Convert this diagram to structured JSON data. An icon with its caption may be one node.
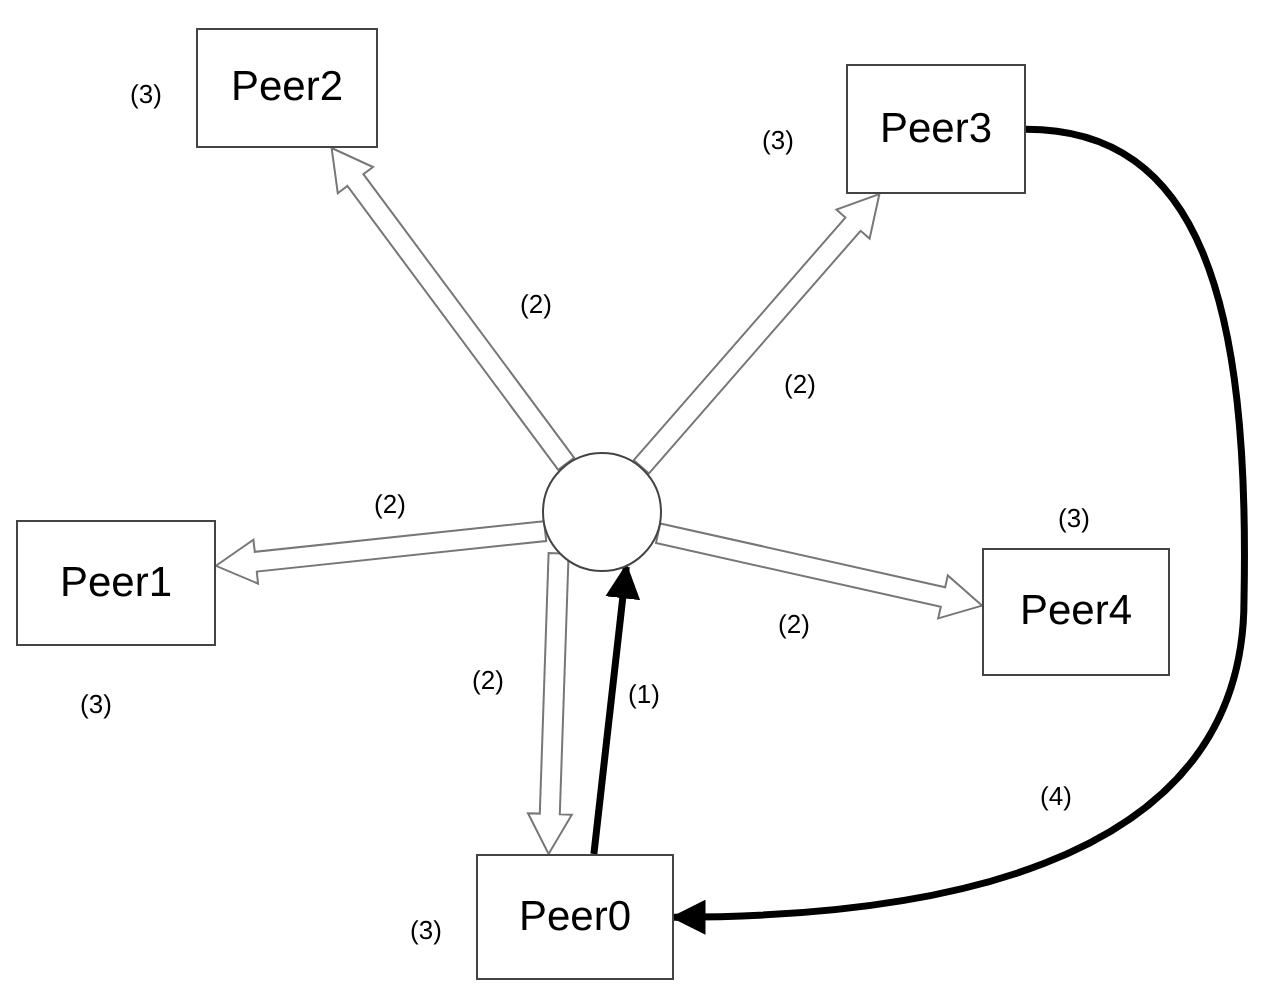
{
  "diagram": {
    "nodes": [
      {
        "text": [
          "Peer2"
        ],
        "beside": [
          "(3)"
        ]
      },
      {
        "text": [
          "Peer3"
        ],
        "beside": [
          "(3)"
        ]
      },
      {
        "text": [],
        "shape": "circle"
      },
      {
        "text": [
          "Peer1"
        ],
        "beside": [
          "(3)"
        ]
      },
      {
        "text": [
          "Peer4"
        ],
        "beside": [
          "(3)"
        ]
      },
      {
        "text": [
          "Peer0"
        ],
        "beside": [
          "(3)"
        ]
      }
    ],
    "edges": [
      {
        "from": 5,
        "to": 2,
        "arrow": "to",
        "label": "(1)"
      },
      {
        "from": 2,
        "to": 0,
        "arrow": "to",
        "label": "(2)",
        "style": "thick"
      },
      {
        "from": 2,
        "to": 1,
        "arrow": "to",
        "label": "(2)",
        "style": "thick"
      },
      {
        "from": 2,
        "to": 3,
        "arrow": "to",
        "label": "(2)",
        "style": "thick"
      },
      {
        "from": 2,
        "to": 4,
        "arrow": "to",
        "label": "(2)",
        "style": "thick"
      },
      {
        "from": 2,
        "to": 5,
        "arrow": "to",
        "label": "(2)",
        "style": "thick"
      },
      {
        "from": 1,
        "to": 5,
        "arrow": "to",
        "label": "(4)"
      }
    ]
  }
}
